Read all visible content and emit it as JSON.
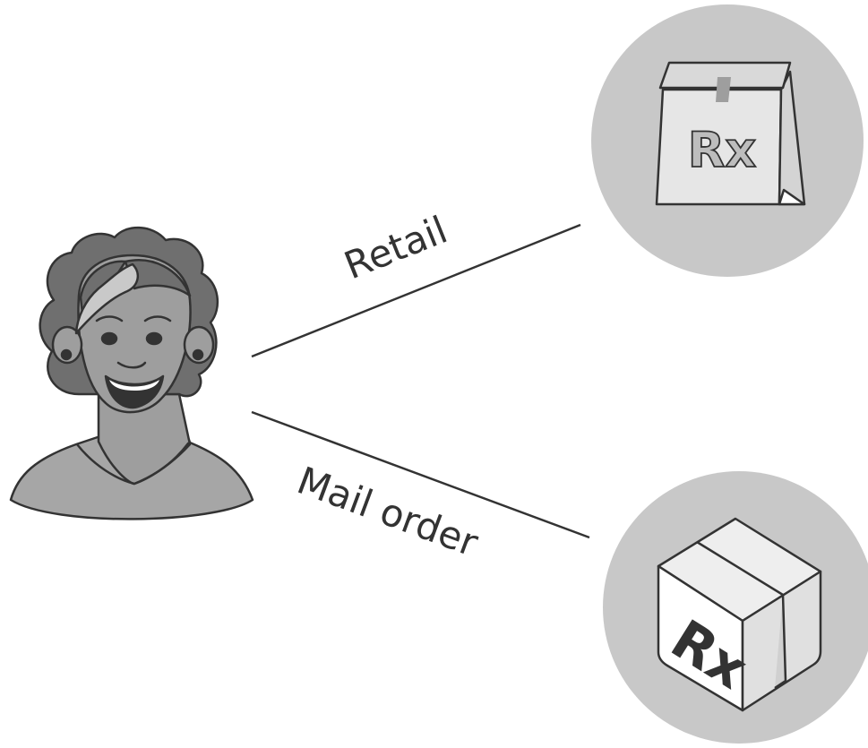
{
  "labels": {
    "retail": "Retail",
    "mail_order": "Mail order"
  },
  "icons": {
    "person": "woman-avatar-icon",
    "retail": "pharmacy-bag-icon",
    "mail_order": "shipping-box-icon"
  },
  "rx_symbol": "Rx",
  "colors": {
    "circle_fill": "#c8c8c8",
    "line": "#333333",
    "text": "#333333"
  }
}
